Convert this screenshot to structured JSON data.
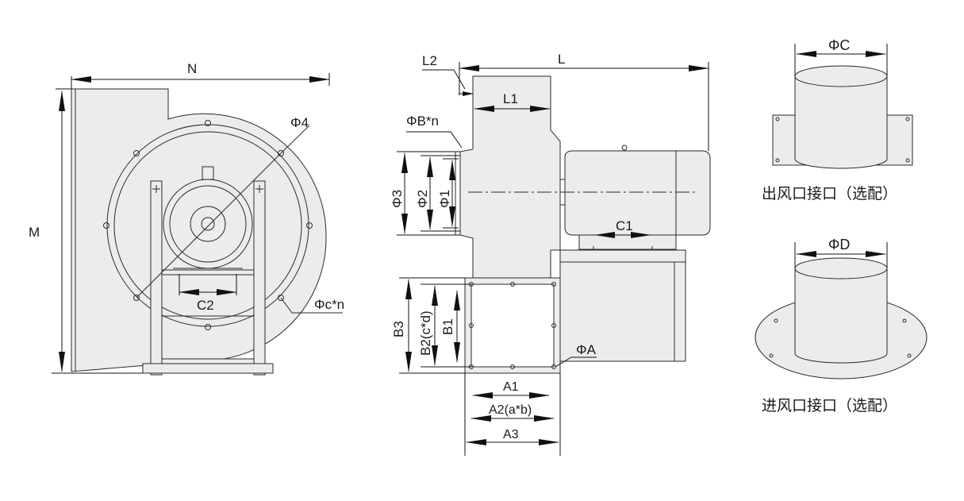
{
  "front_view": {
    "labels": {
      "n": "N",
      "m": "M",
      "phi4": "Φ4",
      "c2": "C2",
      "phic_n": "Φc*n"
    }
  },
  "side_view": {
    "labels": {
      "l": "L",
      "l2": "L2",
      "l1": "L1",
      "phib_n": "ΦB*n",
      "phi3": "Φ3",
      "phi2": "Φ2",
      "phi1": "Φ1",
      "c1": "C1",
      "b3": "B3",
      "b2": "B2(c*d)",
      "b1": "B1",
      "phia": "ΦA",
      "a1": "A1",
      "a2": "A2(a*b)",
      "a3": "A3"
    }
  },
  "outlet_connector": {
    "dim_label": "ΦC",
    "caption": "出风口接口（选配）"
  },
  "inlet_connector": {
    "dim_label": "ΦD",
    "caption": "进风口接口（选配）"
  },
  "colors": {
    "line": "#2a2a2a",
    "face": "#ececec",
    "text": "#1a1a1a"
  }
}
